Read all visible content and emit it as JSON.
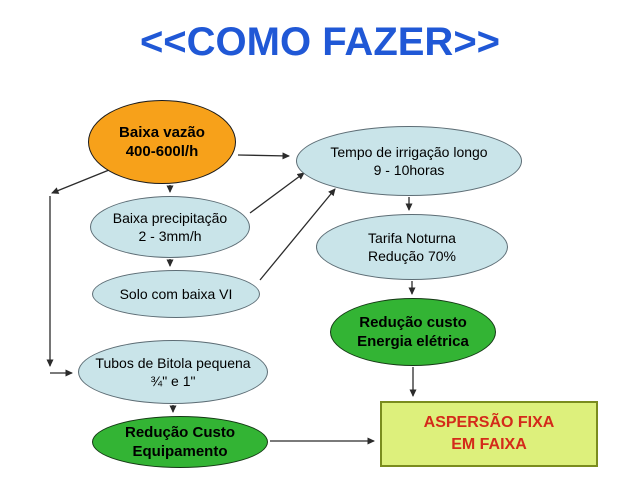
{
  "title": "<<COMO FAZER>>",
  "nodes": {
    "baixa_vazao": {
      "line1": "Baixa vazão",
      "line2": "400-600l/h"
    },
    "tempo_irrigacao": {
      "line1": "Tempo de irrigação longo",
      "line2": "9 - 10horas"
    },
    "baixa_precipitacao": {
      "line1": "Baixa precipitação",
      "line2": "2 - 3mm/h"
    },
    "tarifa_noturna": {
      "line1": "Tarifa Noturna",
      "line2": "Redução 70%"
    },
    "solo_baixa_vi": {
      "line1": "Solo com baixa VI"
    },
    "reducao_energia": {
      "line1": "Redução custo",
      "line2": "Energia elétrica"
    },
    "tubos_bitola": {
      "line1": "Tubos de Bitola pequena",
      "line2": "¾\" e 1\""
    },
    "reducao_equipamento": {
      "line1": "Redução Custo",
      "line2": "Equipamento"
    },
    "aspersao_fixa": {
      "line1": "ASPERSÃO FIXA",
      "line2": "EM FAIXA"
    }
  },
  "colors": {
    "title_blue": "#2058d6",
    "start_orange": "#f7a11a",
    "condition_blue": "#c9e4e9",
    "result_green": "#33b434",
    "outcome_yellow": "#ddf07c",
    "outcome_border": "#7a8c1e",
    "outcome_text_red": "#d42a1a",
    "connector": "#2b2b2b"
  }
}
